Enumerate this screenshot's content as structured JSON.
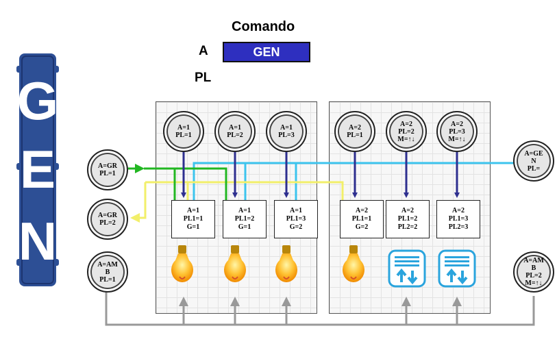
{
  "header": {
    "title": "Comando",
    "label_a": "A",
    "label_pl": "PL",
    "command_value": "GEN"
  },
  "sign": {
    "letters": [
      "G",
      "E",
      "N"
    ]
  },
  "left_inputs": [
    {
      "text": "A=GR\nPL=1"
    },
    {
      "text": "A=GR\nPL=2"
    },
    {
      "text": "A=AM\nB\nPL=1"
    }
  ],
  "pane1_nodes": [
    {
      "text": "A=1\nPL=1"
    },
    {
      "text": "A=1\nPL=2"
    },
    {
      "text": "A=1\nPL=3"
    }
  ],
  "pane2_nodes": [
    {
      "text": "A=2\nPL=1"
    },
    {
      "text": "A=2\nPL=2\nM=↑↓"
    },
    {
      "text": "A=2\nPL=3\nM=↑↓"
    }
  ],
  "right_inputs": [
    {
      "text": "A=GE\nN\nPL="
    },
    {
      "text": "A=AM\nB\nPL=2\nM=↑↓"
    }
  ],
  "pane1_controls": [
    {
      "text": "A=1\nPL1=1\nG=1"
    },
    {
      "text": "A=1\nPL1=2\nG=1"
    },
    {
      "text": "A=1\nPL1=3\nG=2"
    }
  ],
  "pane2_controls": [
    {
      "text": "A=2\nPL1=1\nG=2"
    },
    {
      "text": "A=2\nPL1=2\nPL2=2"
    },
    {
      "text": "A=2\nPL1=3\nPL2=3"
    }
  ],
  "colors": {
    "command_bg": "#2e2fbf",
    "arrow_navy": "#2e2f8f",
    "line_green": "#22b722",
    "line_yellow": "#f2ef6a",
    "line_cyan": "#3cc4ee",
    "line_gray": "#999999",
    "sign_blue": "#2d4f95"
  },
  "icons": {
    "lamp": "light-bulb-icon",
    "blind": "blind-up-down-icon"
  }
}
